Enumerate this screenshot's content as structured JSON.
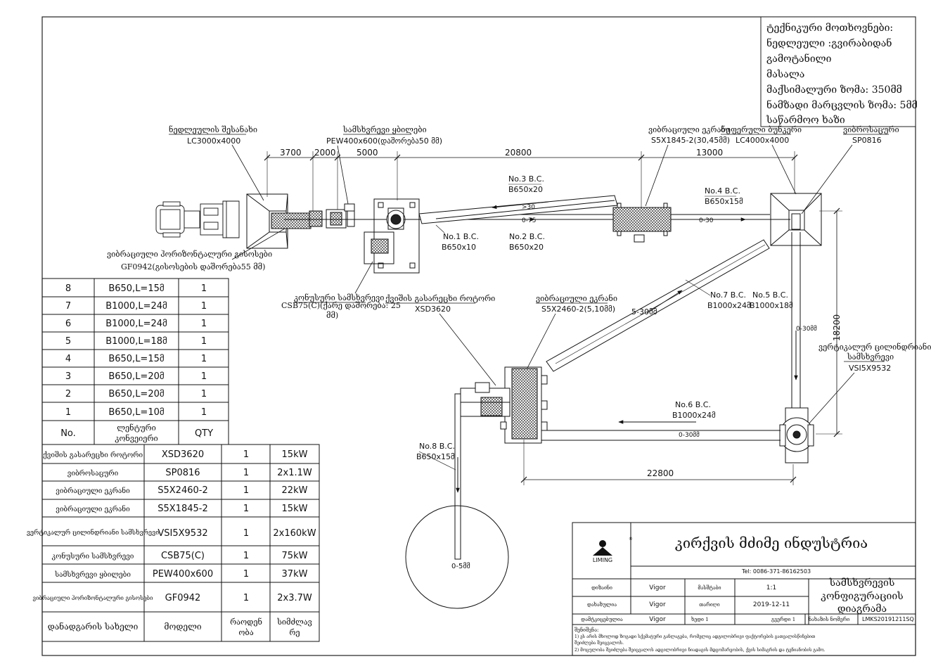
{
  "tech_box": {
    "lines": [
      "ტექნიკური მოთხოვნები:",
      "ნედლეული :გვირაბიდან",
      "გამოტანილი",
      "მასალა",
      "მაქსიმალური ზომა: 350მმ",
      "ნამზადი მარცვლის ზომა: 5მმ",
      "საწარმოო ხაზი"
    ]
  },
  "equipment_labels": {
    "hopper_name": "ნედლეულის შესანახი",
    "hopper_model": "LC3000x4000",
    "jaw_name": "სამსხვრევი ყბილები",
    "jaw_model": "PEW400x600(დაშორება50 მმ)",
    "vib_screen1_name": "ვიბრაციული ეკრანი",
    "vib_screen1_model": "S5X1845-2(30,45მმ)",
    "buffer_name": "ბუფერული ბუნკერი",
    "buffer_model": "LC4000x4000",
    "vib_feeder_name": "ვიბროსაცური",
    "vib_feeder_model": "SP0816",
    "grizzly_name": "ვიბრაციული ჰორიზონტალური გისოსები",
    "grizzly_model": "GF0942(გისოსების დაშორება55 მმ)",
    "cone_name": "კონუსური სამსხვრევი",
    "cone_model": "CSB75(C)(ქარე დაშორება: 25",
    "cone_model2": "მმ)",
    "sand_name": "ქვიშის გასარეცხი როტორი",
    "sand_model": "XSD3620",
    "vib_screen2_name": "ვიბრაციული ეკრანი",
    "vib_screen2_model": "S5X2460-2(5,10მმ)",
    "vsi_name1": "ვერტიკალურ ცილინდრიანი",
    "vsi_name2": "სამსხვრევი",
    "vsi_model": "VSI5X9532"
  },
  "dimensions": {
    "d1": "3700",
    "d2": "2000",
    "d3": "5000",
    "d4": "20800",
    "d5": "13000",
    "d6": "18200",
    "d7": "22800"
  },
  "conveyors": {
    "c1a": "No.1 B.C.",
    "c1b": "B650x10",
    "c2a": "No.2 B.C.",
    "c2b": "B650x20",
    "c3a": "No.3 B.C.",
    "c3b": "B650x20",
    "c4a": "No.4 B.C.",
    "c4b": "B650x15მ",
    "c5a": "No.5 B.C.",
    "c5b": "B1000x18მ",
    "c6a": "No.6 B.C.",
    "c6b": "B1000x24მ",
    "c7a": "No.7 B.C.",
    "c7b": "B1000x24მ",
    "c8a": "No.8 B.C.",
    "c8b": "B650x15მ"
  },
  "flow_labels": {
    "f1": ">30",
    "f2": "0-75",
    "f3": "0-30",
    "f4": "5-30მმ",
    "f5": "0-30მმ",
    "f6": "0-30მმ",
    "f7": "0-5მმ"
  },
  "conveyor_table": {
    "rows": [
      {
        "no": "8",
        "model": "B650,L=15მ",
        "qty": "1"
      },
      {
        "no": "7",
        "model": "B1000,L=24მ",
        "qty": "1"
      },
      {
        "no": "6",
        "model": "B1000,L=24მ",
        "qty": "1"
      },
      {
        "no": "5",
        "model": "B1000,L=18მ",
        "qty": "1"
      },
      {
        "no": "4",
        "model": "B650,L=15მ",
        "qty": "1"
      },
      {
        "no": "3",
        "model": "B650,L=20მ",
        "qty": "1"
      },
      {
        "no": "2",
        "model": "B650,L=20მ",
        "qty": "1"
      },
      {
        "no": "1",
        "model": "B650,L=10მ",
        "qty": "1"
      }
    ],
    "header": {
      "no": "No.",
      "model1": "ლენტური",
      "model2": "კონვეიერი",
      "qty": "QTY"
    }
  },
  "equipment_table": {
    "rows": [
      {
        "name": "ქვიშის გასარეცხი როტორი",
        "model": "XSD3620",
        "qty": "1",
        "power": "15kW"
      },
      {
        "name": "ვიბროსაცური",
        "model": "SP0816",
        "qty": "1",
        "power": "2x1.1W"
      },
      {
        "name": "ვიბრაციული ეკრანი",
        "model": "S5X2460-2",
        "qty": "1",
        "power": "22kW"
      },
      {
        "name": "ვიბრაციული ეკრანი",
        "model": "S5X1845-2",
        "qty": "1",
        "power": "15kW"
      },
      {
        "name": "ვერტიკალურ ცილინდრიანი სამსხვრევი",
        "model": "VSI5X9532",
        "qty": "1",
        "power": "2x160kW"
      },
      {
        "name": "კონუსური სამსხვრევი",
        "model": "CSB75(C)",
        "qty": "1",
        "power": "75kW"
      },
      {
        "name": "სამსხვრევი ყბილები",
        "model": "PEW400x600",
        "qty": "1",
        "power": "37kW"
      },
      {
        "name": "ვიბრაციული ჰორიზონტალური გისოსები",
        "model": "GF0942",
        "qty": "1",
        "power": "2x3.7W"
      }
    ],
    "header": {
      "name": "დანადგარის სახელი",
      "model": "მოდელი",
      "qty1": "რაოდენ",
      "qty2": "ობა",
      "power1": "სიმძლავ",
      "power2": "რე"
    }
  },
  "title_block": {
    "logo": "LIMING",
    "company": "კირქვის მძიმე ინდუსტრია",
    "tel": "Tel:  0086-371-86162503",
    "designer_label": "დიზაინი",
    "designer": "Vigor",
    "drawn_label": "დახაზულია",
    "drawn": "Vigor",
    "checked_label": "დამტკიცებულია",
    "checked": "Vigor",
    "scale_label": "მასშტაბი",
    "scale": "1:1",
    "date_label": "თარიღი",
    "date": "2019-12-11",
    "sheet_label": "ხედი 1",
    "page_label": "გვერდი  1",
    "drawing_no_label": "ნახაზის ნომერი",
    "drawing_no": "LMKS20191211SQ",
    "title1": "სამსხვრევის",
    "title2": "კონფიგურაციის",
    "title3": "დიაგრამა",
    "notes_head": "შენიშვნა:",
    "note1": "1) ეს არის მხოლოდ ზოგადი სქემატური განლაგება, რომელიც ადგილობრივი ფაქტორების გათვალისწინებით",
    "note1b": "შეიძლება შეიცვალოს.",
    "note2": "2) მოცულობა შეიძლება შეიცვალოს ადგილობრივი ნიადაგის მდგომარეობის, ქვის სიმაგრის და ტენიანობის გამო."
  }
}
